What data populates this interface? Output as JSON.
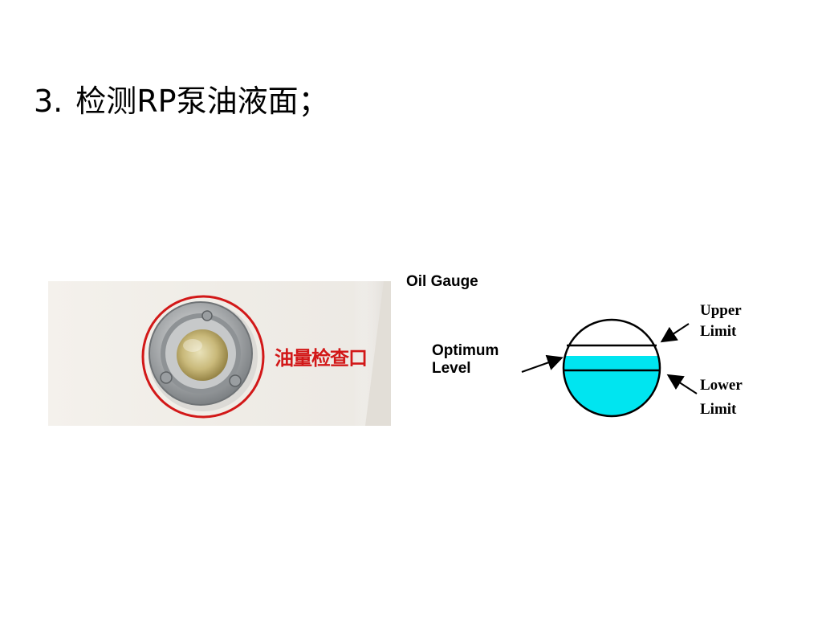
{
  "slide": {
    "title_number": "3.",
    "title_text": "检测RP泵油液面；"
  },
  "photo": {
    "caption": "油量检查口",
    "highlight_color": "#d21818"
  },
  "gauge": {
    "title": "Oil Gauge",
    "optimum_line1": "Optimum",
    "optimum_line2": "Level",
    "upper_line1": "Upper",
    "upper_line2": "Limit",
    "lower_line1": "Lower",
    "lower_line2": "Limit",
    "oil_color": "#00e5f0"
  }
}
